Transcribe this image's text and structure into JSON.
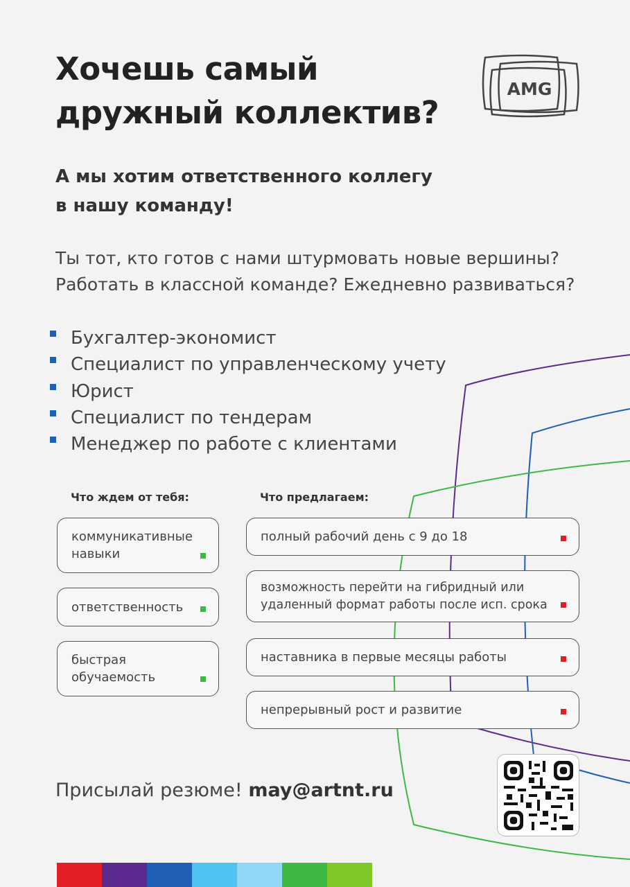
{
  "logo": {
    "text": "AMG"
  },
  "title": [
    "Хочешь самый",
    "дружный коллектив?"
  ],
  "subtitle": [
    "А мы хотим ответственного коллегу",
    "в нашу команду!"
  ],
  "paragraph": [
    "Ты тот, кто готов с нами штурмовать новые вершины?",
    "Работать в классной команде? Ежедневно развиваться?"
  ],
  "vacancies": [
    "Бухгалтер-экономист",
    "Специалист по управленческому учету",
    "Юрист",
    "Специалист по тендерам",
    "Менеджер по работе с клиентами"
  ],
  "expect": {
    "heading": "Что ждем от тебя:",
    "items": [
      "коммуникативные навыки",
      "ответственность",
      "быстрая обучаемость"
    ]
  },
  "offer": {
    "heading": "Что предлагаем:",
    "items": [
      "полный рабочий день с 9 до 18",
      "возможность перейти на гибридный или удаленный формат работы после исп. срока",
      "наставника в первые месяцы работы",
      "непрерывный рост и развитие"
    ]
  },
  "contact": {
    "text": "Присылай резюме!",
    "email": "may@artnt.ru"
  },
  "colors": {
    "bullet": "#1f5fb5",
    "expect_dot": "#3db843",
    "offer_dot": "#e02020",
    "bar": [
      "#e31e24",
      "#5b2a8e",
      "#1f5fb5",
      "#4fc3f0",
      "#8fd8f5",
      "#3db843",
      "#7ec82a"
    ]
  }
}
